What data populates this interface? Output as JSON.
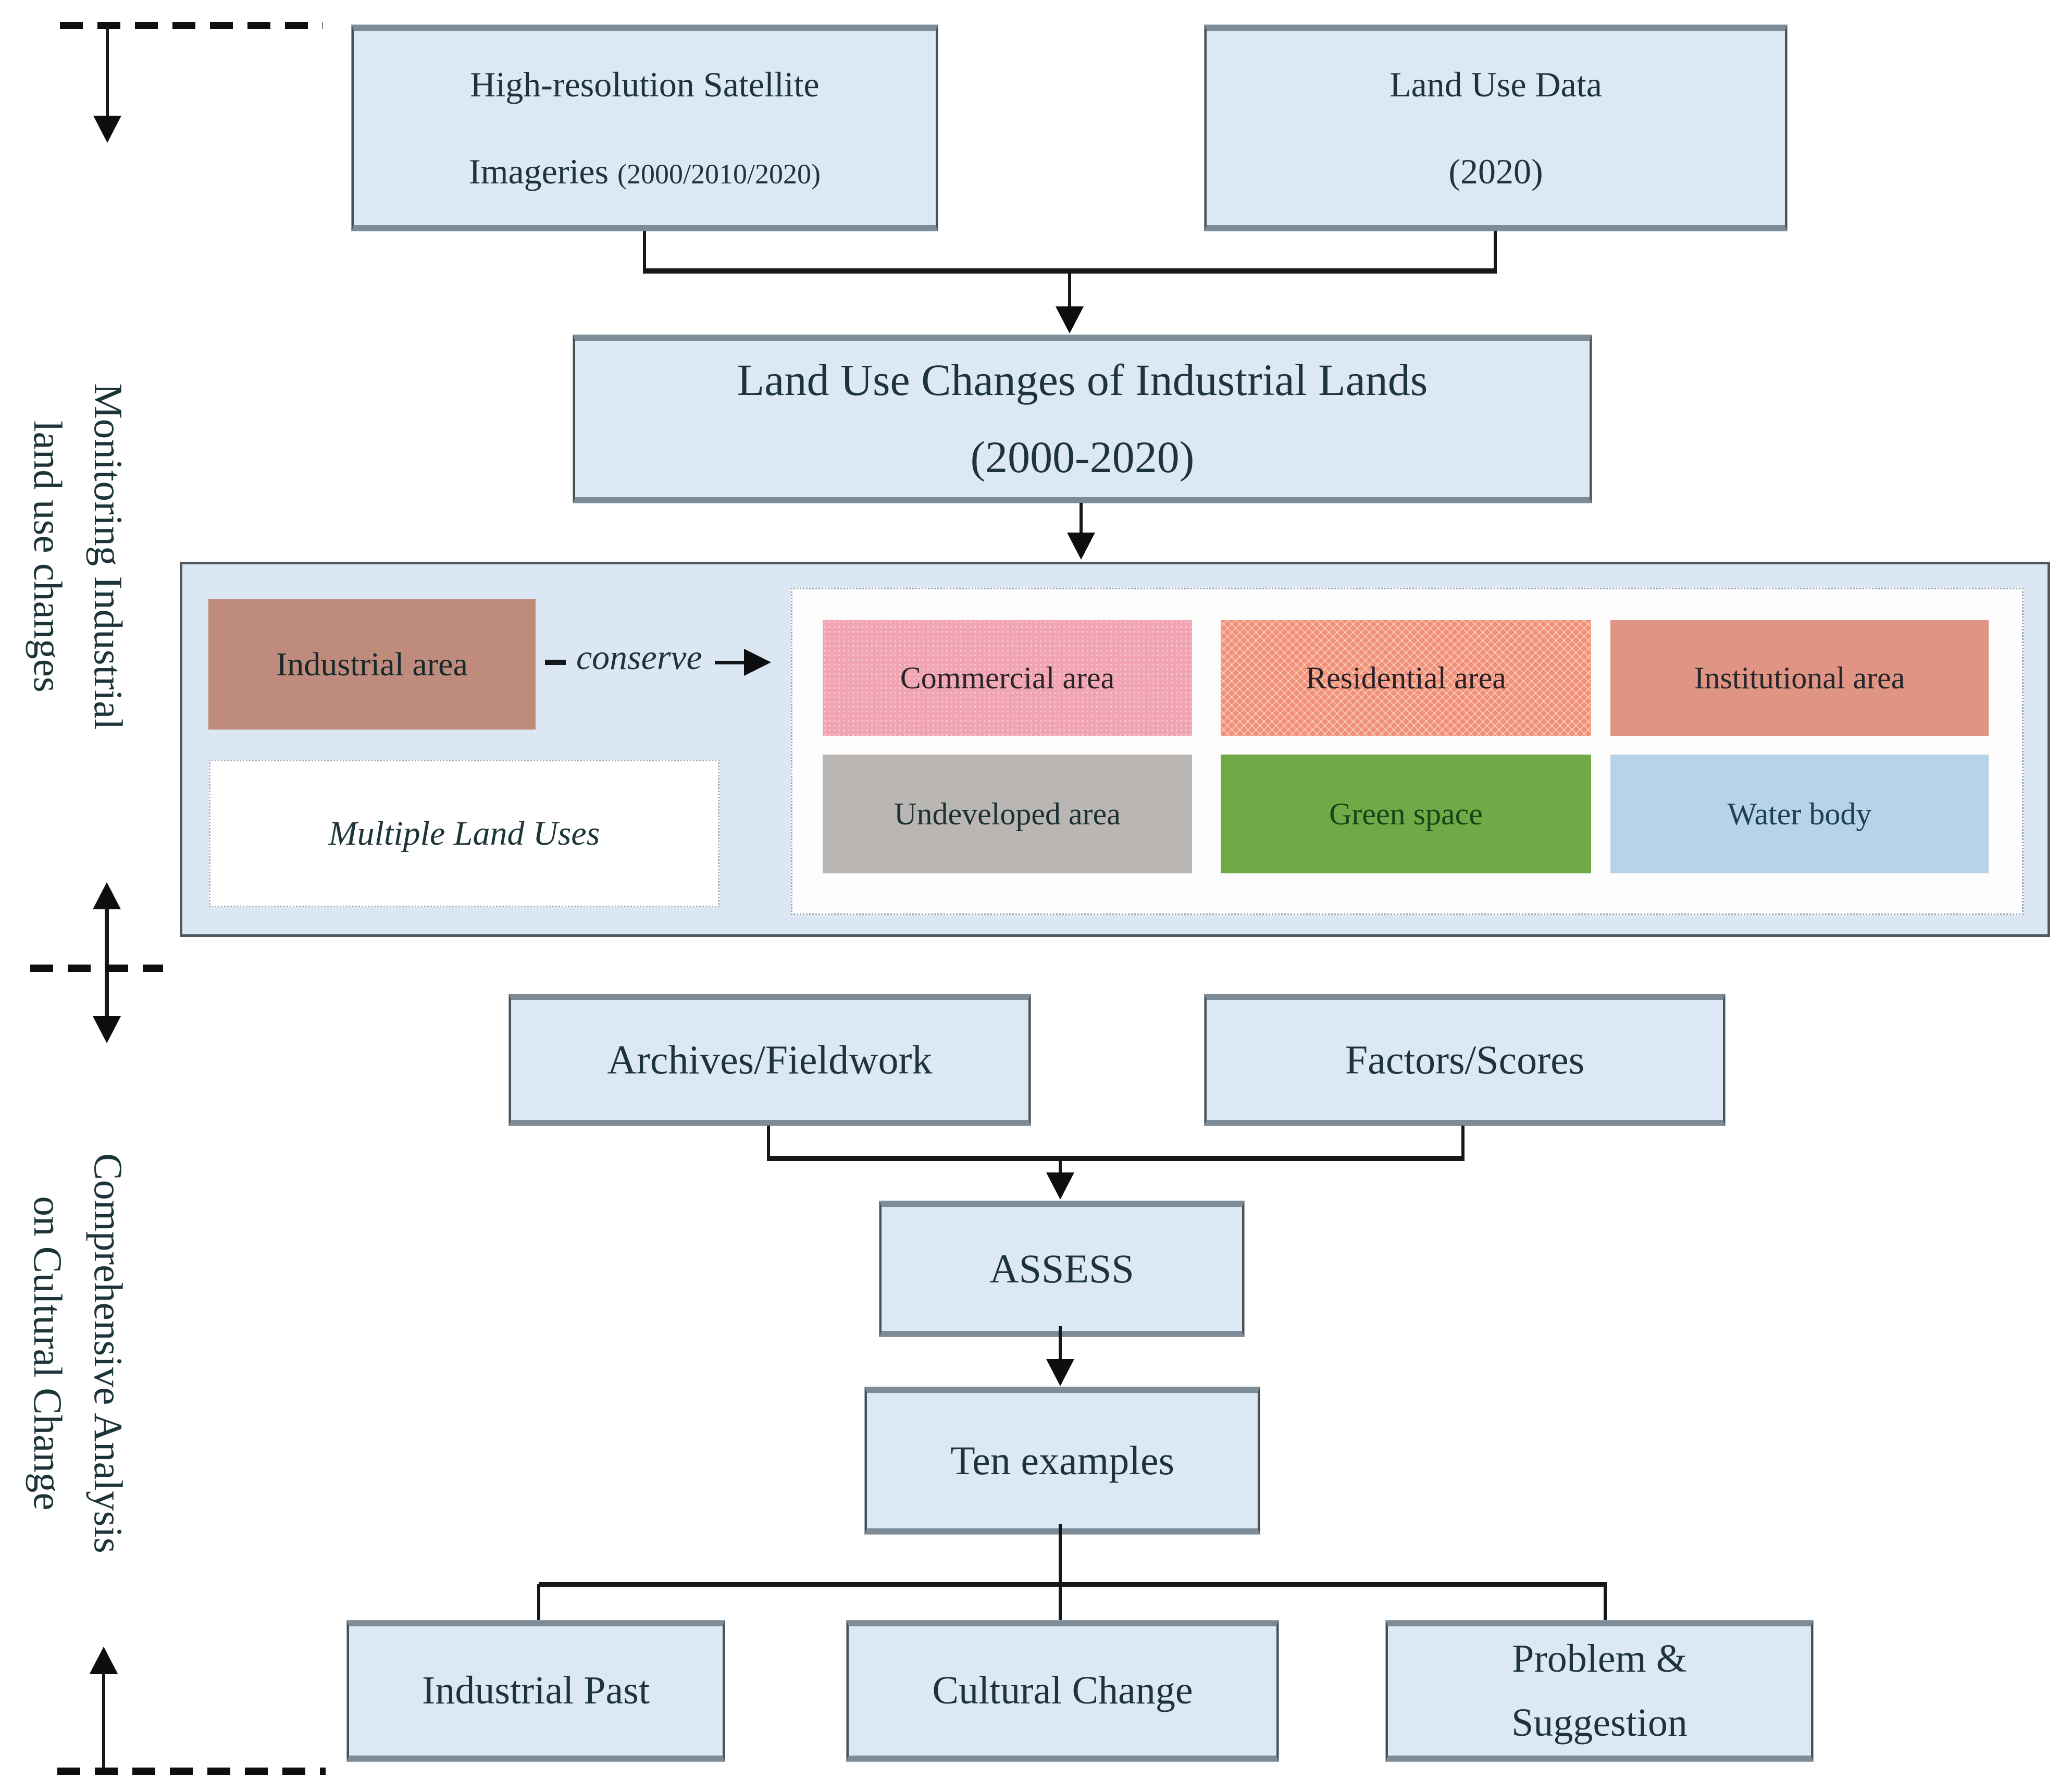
{
  "palette": {
    "box_fill": "#dce9f5",
    "panel_fill": "#dbe7f3",
    "ink": "#1d3538",
    "industrial_fill": "#bf8b7d",
    "line_color": "#0c0e0f"
  },
  "left_rail": {
    "section1": {
      "line1": "Monitoring Industrial",
      "line2": "land use changes"
    },
    "section2": {
      "line1": "Comprehensive Analysis",
      "line2": "on Cultural Change"
    }
  },
  "flow": {
    "satellite_box": {
      "line1": "High-resolution Satellite",
      "line2_main": "Imageries ",
      "line2_paren": "(2000/2010/2020)"
    },
    "landuse_box": {
      "line1": "Land Use Data",
      "line2": "(2020)"
    },
    "changes_box": {
      "line1": "Land Use Changes of Industrial Lands",
      "line2": "(2000-2020)"
    },
    "industrial_area": {
      "label": "Industrial area",
      "fill": "#bf8b7d"
    },
    "conserve": {
      "dash": "–",
      "label": "conserve"
    },
    "multiple_land_uses": "Multiple Land Uses",
    "land_use_types": [
      {
        "label": "Commercial area",
        "fill": "#f1a4b1",
        "text": "#2a2528",
        "pattern": "dots"
      },
      {
        "label": "Residential area",
        "fill": "#f28f76",
        "text": "#2a2226",
        "pattern": "crosshatch"
      },
      {
        "label": "Institutional area",
        "fill": "#df9484",
        "text": "#24272c",
        "pattern": "none"
      },
      {
        "label": "Undeveloped area",
        "fill": "#bab6b3",
        "text": "#1d3134",
        "pattern": "none"
      },
      {
        "label": "Green space",
        "fill": "#6faa47",
        "text": "#17451a",
        "pattern": "none"
      },
      {
        "label": "Water body",
        "fill": "#b6d3ea",
        "text": "#1d4053",
        "pattern": "none"
      }
    ],
    "archives_box": "Archives/Fieldwork",
    "factors_box": "Factors/Scores",
    "assess_box": "ASSESS",
    "examples_box": "Ten examples",
    "bottom_boxes": {
      "industrial_past": "Industrial Past",
      "cultural_change": "Cultural Change",
      "problem_suggestion": {
        "line1": "Problem &",
        "line2": "Suggestion"
      }
    }
  }
}
